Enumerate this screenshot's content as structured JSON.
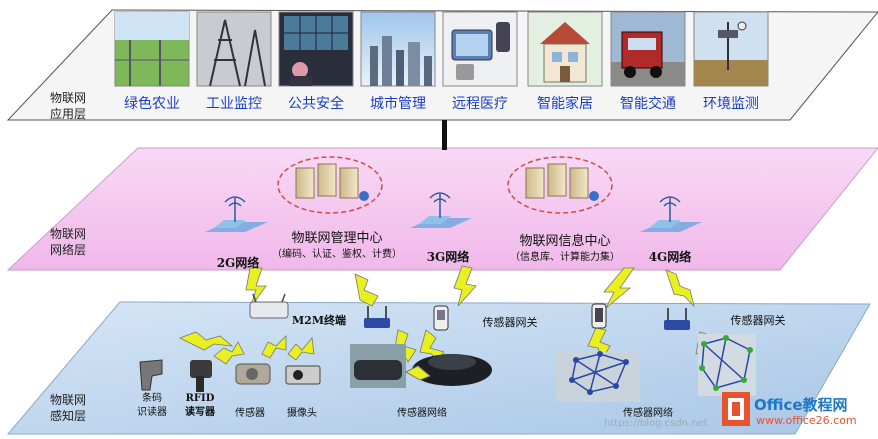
{
  "layers": {
    "application": "物联网\n应用层",
    "network": "物联网\n网络层",
    "perception": "物联网\n感知层"
  },
  "applications": [
    "绿色农业",
    "工业监控",
    "公共安全",
    "城市管理",
    "远程医疗",
    "智能家居",
    "智能交通",
    "环境监测"
  ],
  "network": {
    "mgmt_center": "物联网管理中心",
    "mgmt_center_sub": "（编码、认证、鉴权、计费）",
    "info_center": "物联网信息中心",
    "info_center_sub": "（信息库、计算能力集）",
    "net_2g": "2G网络",
    "net_3g": "3G网络",
    "net_4g": "4G网络"
  },
  "perception": {
    "m2m": "M2M终端",
    "gateway1": "传感器网关",
    "gateway2": "传感器网关",
    "barcode": "条码\n识读器",
    "rfid": "RFID\n读写器",
    "sensor": "传感器",
    "camera": "摄像头",
    "sensor_net1": "传感器网络",
    "sensor_net2": "传感器网络"
  },
  "watermark": {
    "brand": "Office教程网",
    "url": "www.office26.com",
    "blog": "https://blog.csdn.net"
  },
  "colors": {
    "app_plane": "#f4f4f4",
    "net_plane": "#f6c8f0",
    "perc_plane": "#bfd6ee",
    "label_blue": "#1a3ec8",
    "bolt": "#e8f020"
  }
}
